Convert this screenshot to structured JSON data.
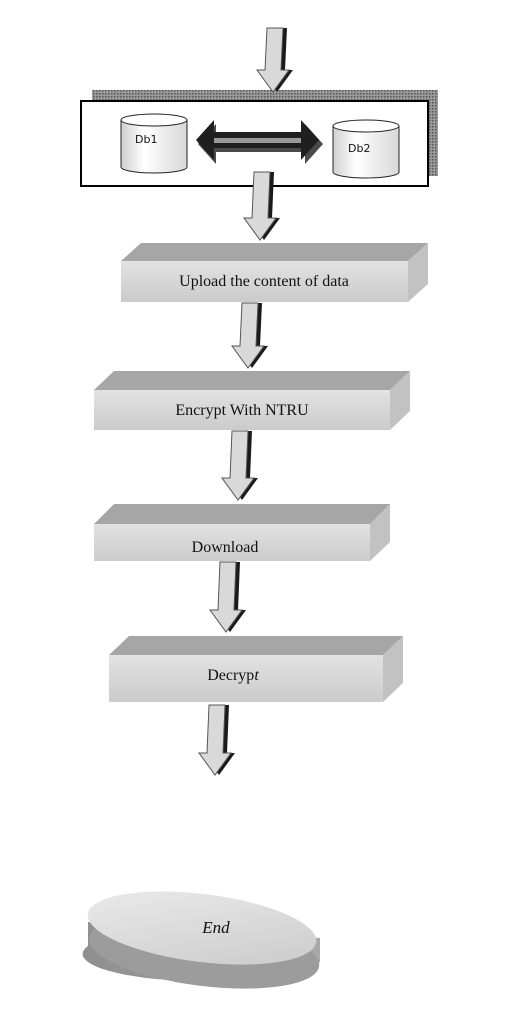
{
  "databases": [
    {
      "id": "db1",
      "label": "Db1"
    },
    {
      "id": "db2",
      "label": "Db2"
    }
  ],
  "steps": [
    {
      "id": "upload",
      "label": "Upload the content of data"
    },
    {
      "id": "encrypt",
      "label": "Encrypt With NTRU"
    },
    {
      "id": "download",
      "label": "Download"
    },
    {
      "id": "decrypt",
      "label_main": "Decryp",
      "label_italic": "t"
    }
  ],
  "end": {
    "label": "End"
  },
  "colors": {
    "box_front": "#d4d4d4",
    "box_top": "#a6a6a6",
    "box_side": "#c2c2c2",
    "arrow_fill": "#d9d9d9",
    "arrow_shadow": "#1a1a1a",
    "stipple": "#7a7a7a"
  }
}
